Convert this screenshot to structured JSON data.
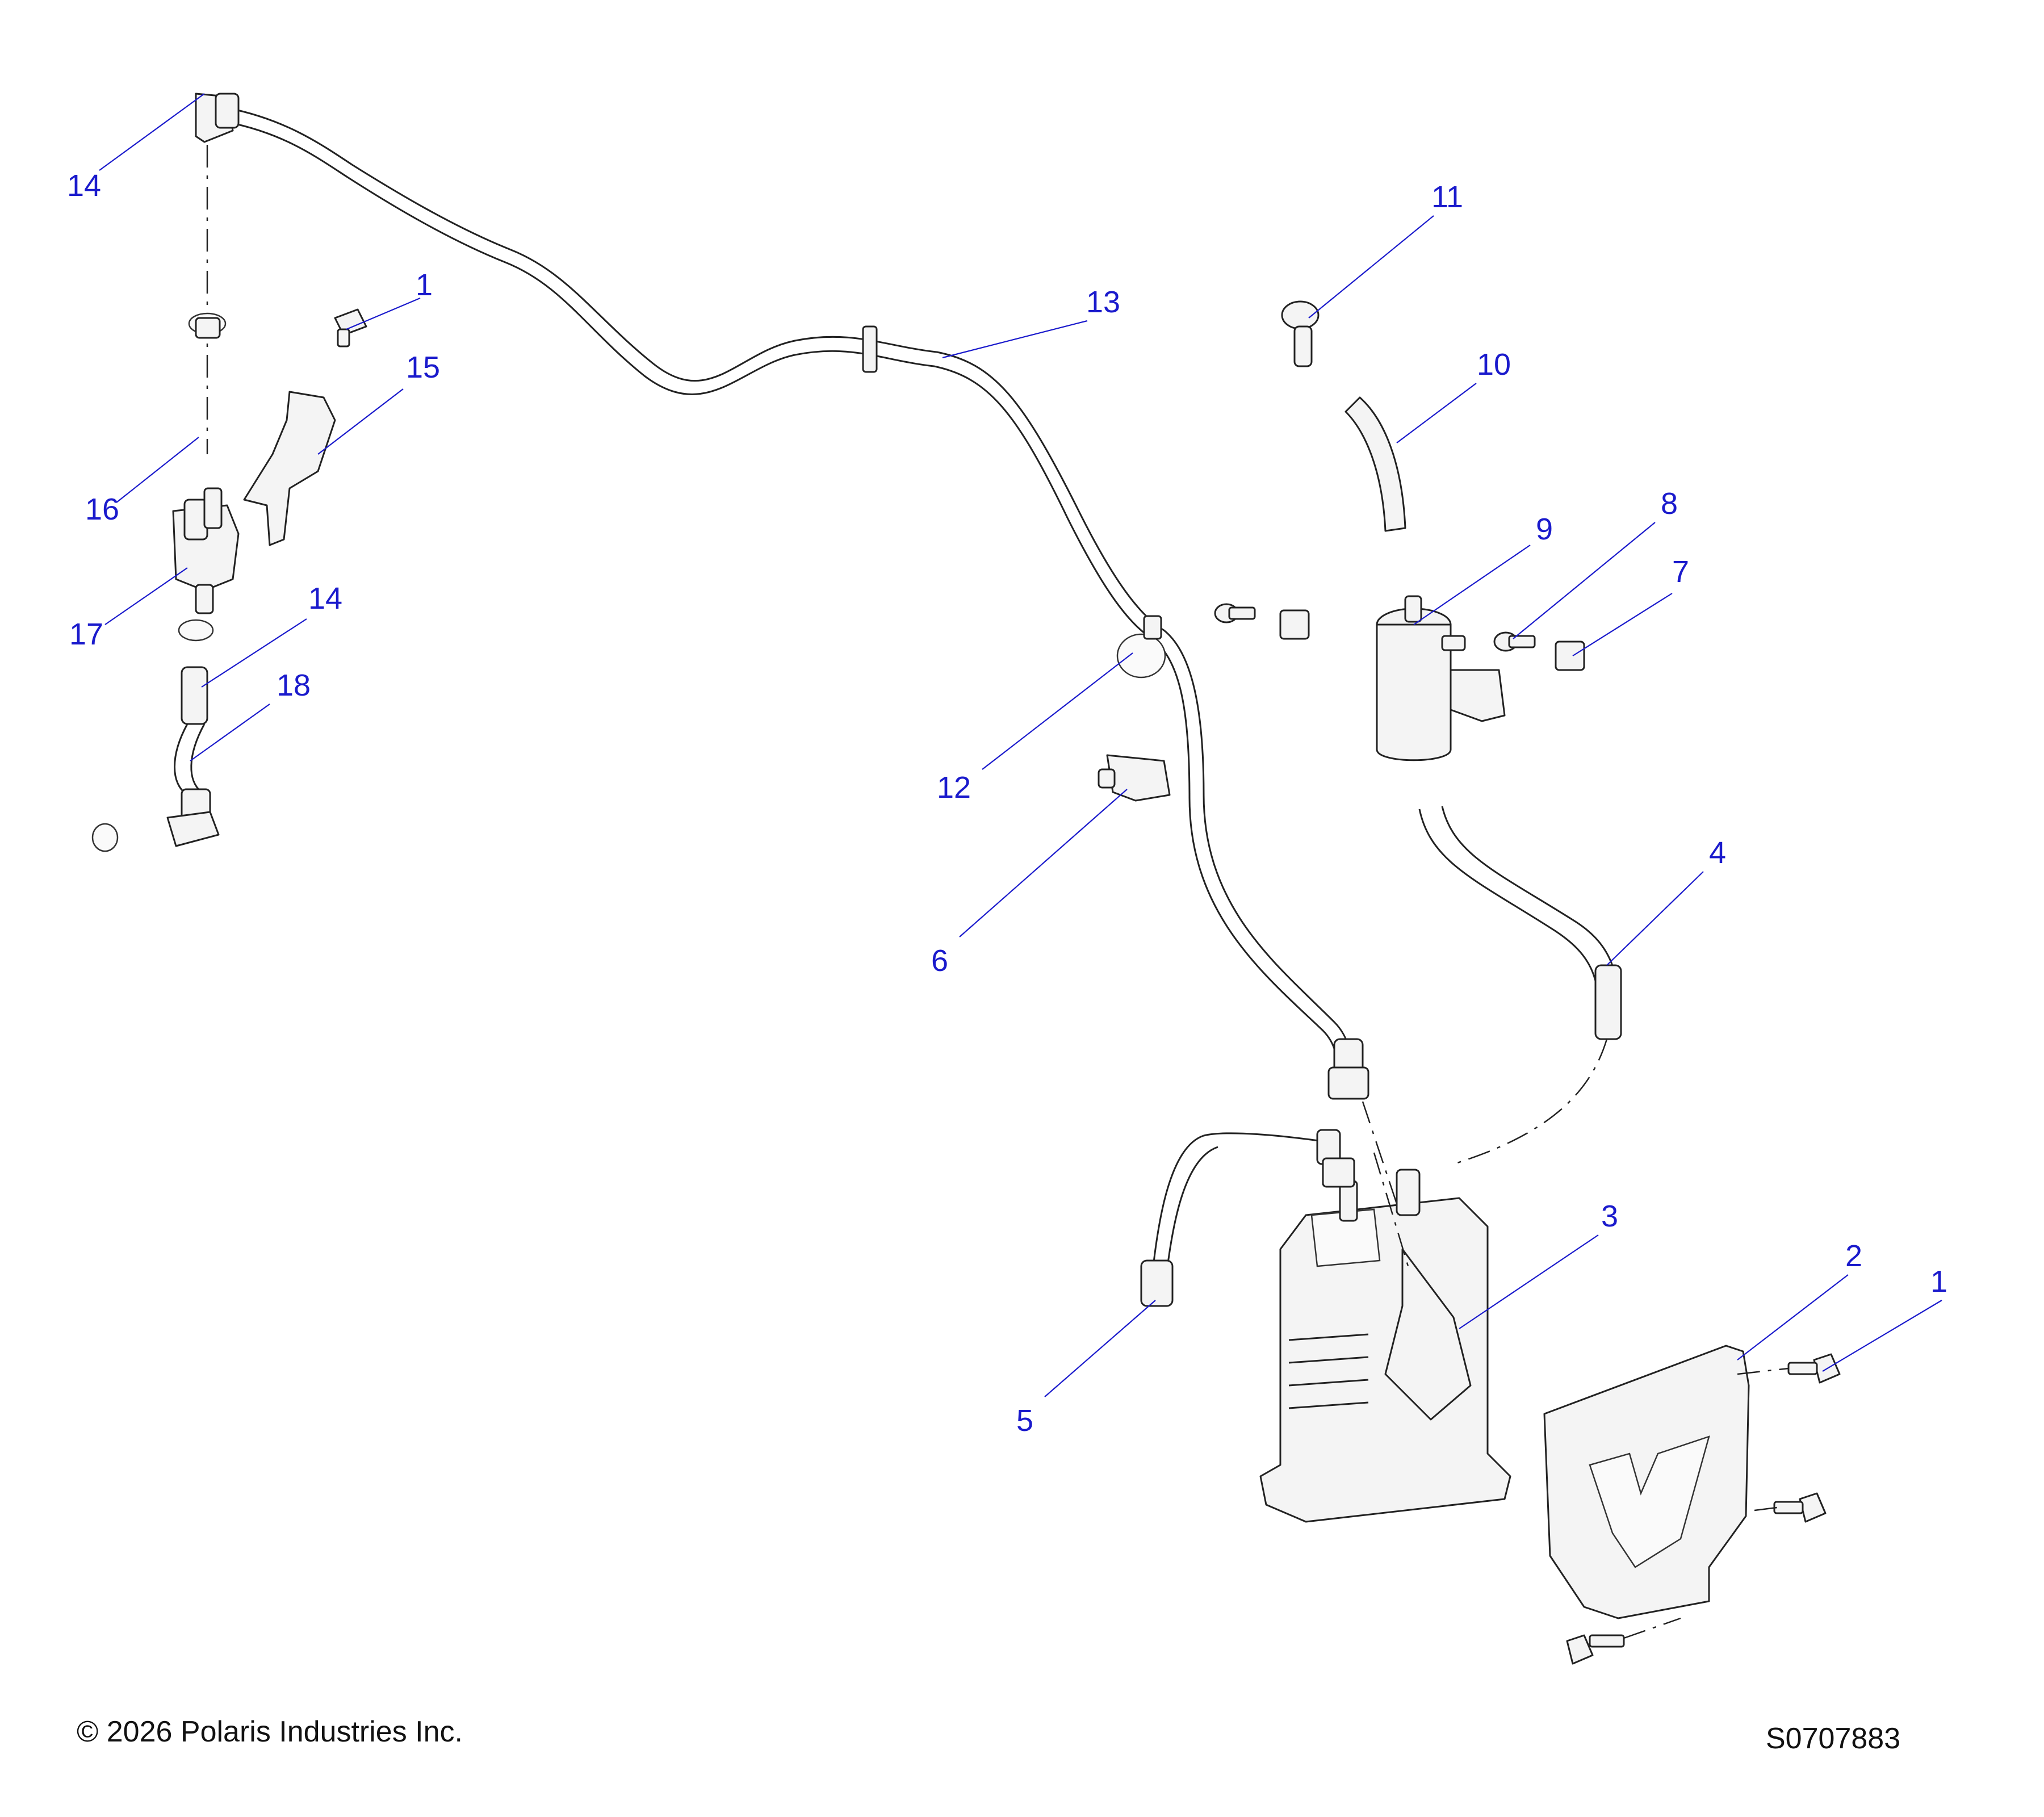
{
  "callouts": [
    {
      "id": "c14a",
      "label": "14"
    },
    {
      "id": "c1a",
      "label": "1"
    },
    {
      "id": "c15",
      "label": "15"
    },
    {
      "id": "c16",
      "label": "16"
    },
    {
      "id": "c17",
      "label": "17"
    },
    {
      "id": "c14b",
      "label": "14"
    },
    {
      "id": "c18",
      "label": "18"
    },
    {
      "id": "c13",
      "label": "13"
    },
    {
      "id": "c11",
      "label": "11"
    },
    {
      "id": "c10",
      "label": "10"
    },
    {
      "id": "c9",
      "label": "9"
    },
    {
      "id": "c8",
      "label": "8"
    },
    {
      "id": "c7",
      "label": "7"
    },
    {
      "id": "c12",
      "label": "12"
    },
    {
      "id": "c6",
      "label": "6"
    },
    {
      "id": "c4",
      "label": "4"
    },
    {
      "id": "c3",
      "label": "3"
    },
    {
      "id": "c2",
      "label": "2"
    },
    {
      "id": "c1b",
      "label": "1"
    },
    {
      "id": "c5",
      "label": "5"
    }
  ],
  "footer": {
    "copyright": "© 2026 Polaris Industries Inc.",
    "drawing_number": "S0707883"
  }
}
